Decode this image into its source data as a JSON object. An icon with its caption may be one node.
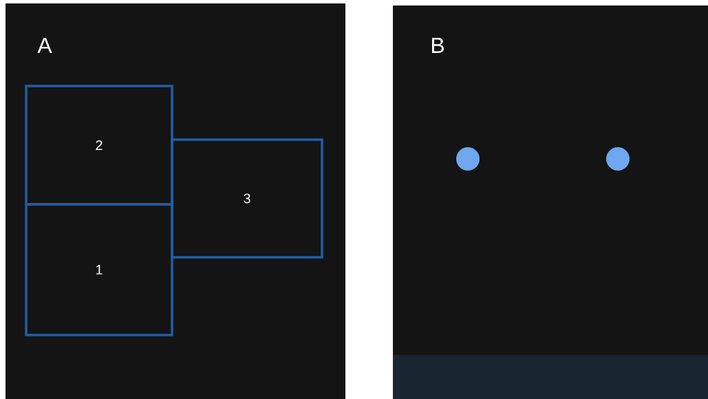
{
  "diagram": {
    "nodes": [
      {
        "text": [
          "2"
        ]
      },
      {
        "text": [
          "3"
        ]
      },
      {
        "text": [
          "1"
        ]
      }
    ],
    "labels": [
      "A",
      "B"
    ]
  }
}
